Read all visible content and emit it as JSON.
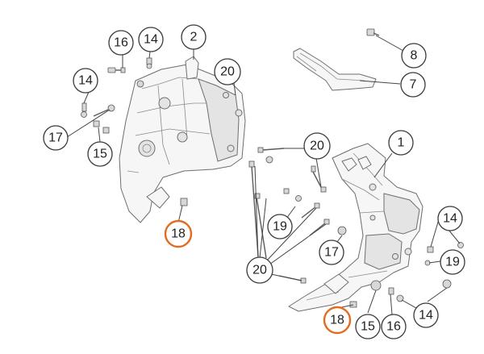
{
  "diagram": {
    "callouts": [
      {
        "label": "16"
      },
      {
        "label": "14"
      },
      {
        "label": "2"
      },
      {
        "label": "14"
      },
      {
        "label": "20"
      },
      {
        "label": "17"
      },
      {
        "label": "15"
      },
      {
        "label": "18",
        "highlight": true
      },
      {
        "label": "8"
      },
      {
        "label": "7"
      },
      {
        "label": "20"
      },
      {
        "label": "1"
      },
      {
        "label": "19"
      },
      {
        "label": "17"
      },
      {
        "label": "20"
      },
      {
        "label": "14"
      },
      {
        "label": "19"
      },
      {
        "label": "18",
        "highlight": true
      },
      {
        "label": "15"
      },
      {
        "label": "16"
      },
      {
        "label": "14"
      }
    ],
    "highlight_color": "#e36a1f"
  }
}
